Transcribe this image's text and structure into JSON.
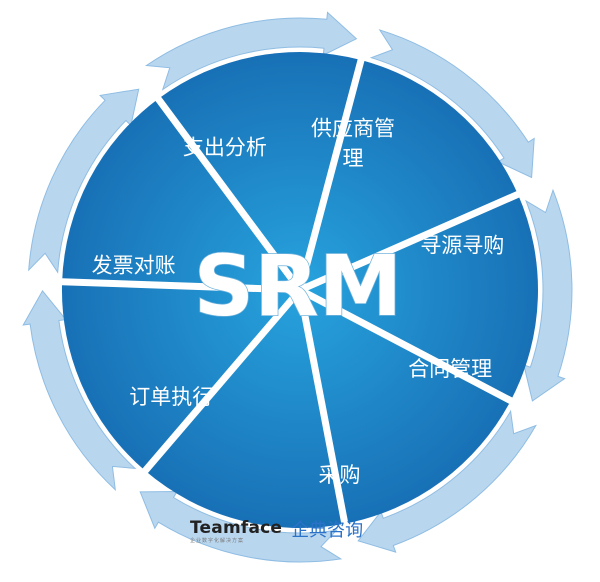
{
  "center_label": "SRM",
  "segments": [
    {
      "label_lines": [
        "供应商管",
        "理"
      ]
    },
    {
      "label_lines": [
        "寻源寻购"
      ]
    },
    {
      "label_lines": [
        "合同管理"
      ]
    },
    {
      "label_lines": [
        "采购"
      ]
    },
    {
      "label_lines": [
        "订单执行"
      ]
    },
    {
      "label_lines": [
        "发票对账"
      ]
    },
    {
      "label_lines": [
        "支出分析"
      ]
    }
  ],
  "colors": {
    "segment_inner": "#27a3de",
    "segment_outer": "#1870b5",
    "arrow_ring": "#b9d6ef",
    "arrow_ring_edge": "#8fbde3",
    "divider": "#ffffff",
    "logo_text": "#222222",
    "company_text": "#2b73c9"
  },
  "watermark": {
    "brand": "Teamface",
    "tagline": "企业数字化解决方案",
    "company": "企典咨询"
  }
}
